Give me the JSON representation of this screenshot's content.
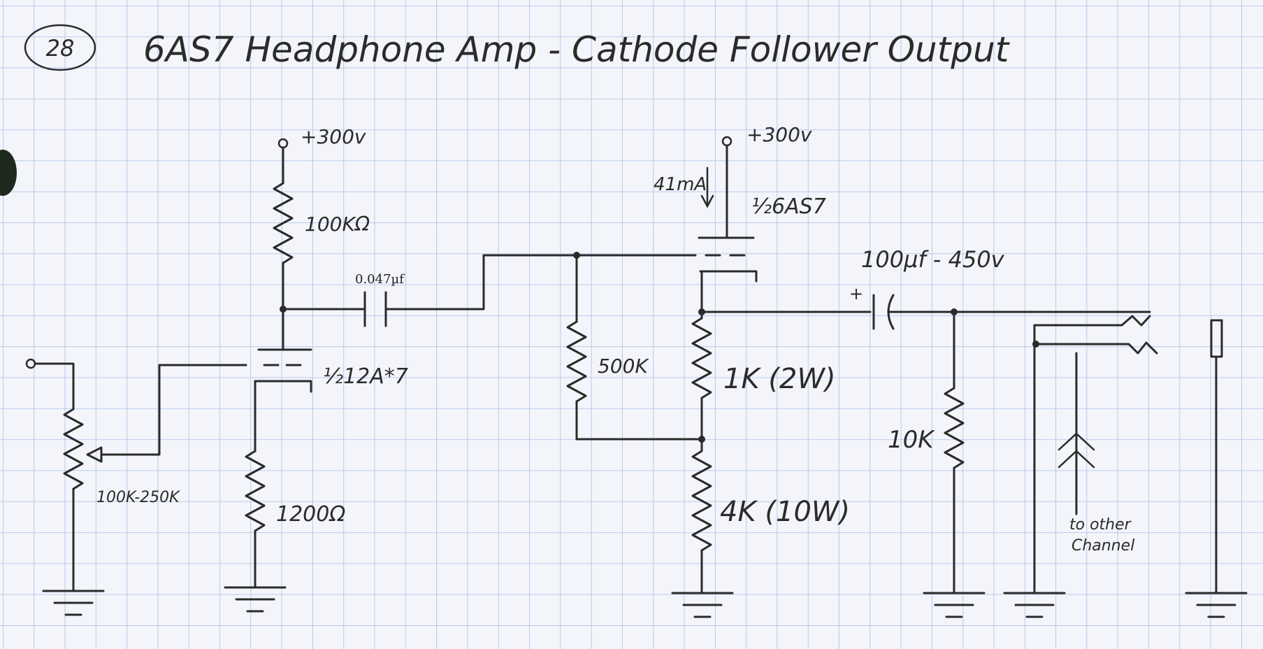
{
  "page": {
    "number": "28",
    "title": "6AS7 Headphone Amp - Cathode Follower Output"
  },
  "labels": {
    "supply_left": "+300v",
    "supply_right": "+300v",
    "r_plate": "100KΩ",
    "c_coupling": "0.047µf",
    "tube_driver": "½12A*7",
    "r_cathode": "1200Ω",
    "pot": "100K-250K",
    "current": "41mA",
    "tube_output": "½6AS7",
    "r_grid": "500K",
    "r_1k": "1K (2W)",
    "r_4k": "4K (10W)",
    "c_output": "100µf - 450v",
    "polarity_plus": "+",
    "r_10k": "10K",
    "note_other_channel_line1": "to other",
    "note_other_channel_line2": "Channel"
  },
  "colors": {
    "paper": "#f3f5fb",
    "grid": "#a9bde6",
    "ink": "#2a2a2a"
  }
}
